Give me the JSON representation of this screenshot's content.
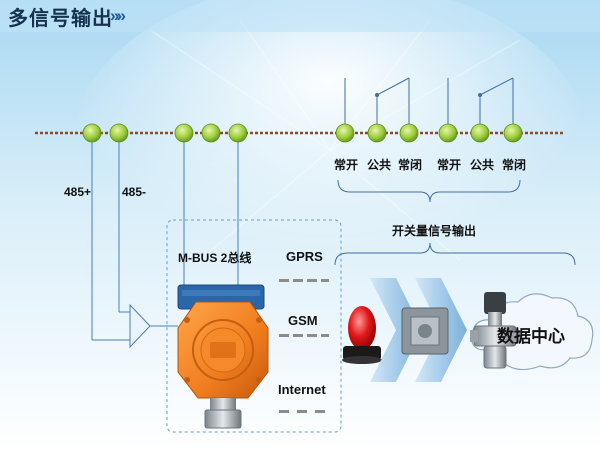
{
  "header": {
    "title": "多信号输出",
    "chevrons": "»»"
  },
  "bus": {
    "rs485_plus": "485+",
    "rs485_minus": "485-",
    "mbus": "M-BUS 2总线"
  },
  "relays": {
    "contacts": [
      "常开",
      "公共",
      "常闭",
      "常开",
      "公共",
      "常闭"
    ],
    "group_label": "开关量信号输出"
  },
  "wireless": {
    "gprs": "GPRS",
    "gsm": "GSM",
    "internet": "Internet"
  },
  "data_center": {
    "label": "数据中心"
  },
  "colors": {
    "background_top": "#a9d8f2",
    "background_bottom": "#ffffff",
    "bus_line": "#8a4a2a",
    "node_green": "#9ccc3c",
    "detector_orange": "#f07c1e",
    "arrow_blue": "#6fa8d8"
  }
}
